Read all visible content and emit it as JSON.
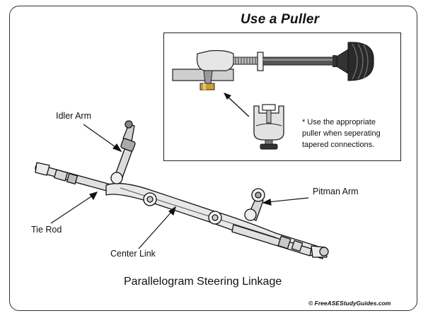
{
  "inset": {
    "title": "Use a Puller",
    "note_lines": [
      "* Use the appropriate",
      "puller when seperating",
      "tapered connections."
    ]
  },
  "labels": {
    "idler_arm": "Idler Arm",
    "pitman_arm": "Pitman Arm",
    "tie_rod": "Tie Rod",
    "center_link": "Center Link"
  },
  "caption": "Parallelogram Steering Linkage",
  "copyright": "© FreeASEStudyGuides.com",
  "colors": {
    "line": "#111111",
    "metal_light": "#d6d6d6",
    "metal_dark": "#555555",
    "brass": "#c8a033"
  }
}
